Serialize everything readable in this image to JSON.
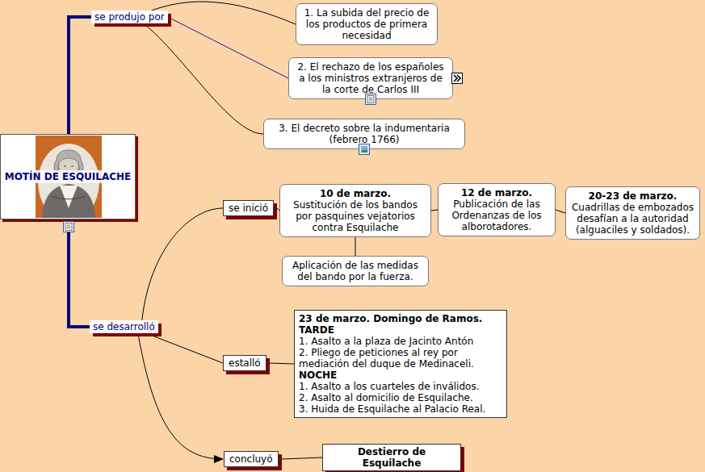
{
  "diagram": {
    "nodes": [
      {
        "text": [
          "MOTÍN DE ESQUILACHE"
        ]
      },
      {
        "text": [
          "se produjo por"
        ]
      },
      {
        "text": [
          "1. La subida del precio de los productos de primera necesidad"
        ]
      },
      {
        "text": [
          "2. El rechazo de los españoles a los ministros extranjeros de la corte de Carlos III"
        ]
      },
      {
        "text": [
          "3. El decreto sobre la indumentaria (febrero 1766)"
        ]
      },
      {
        "text": [
          "se inició"
        ]
      },
      {
        "text": [
          "10 de marzo.",
          "Sustitución de los bandos por pasquines vejatorios contra Esquilache"
        ]
      },
      {
        "text": [
          "Aplicación de las medidas del bando por la fuerza."
        ]
      },
      {
        "text": [
          "12 de marzo.",
          "Publicación de las Ordenanzas de los alborotadores."
        ]
      },
      {
        "text": [
          "20-23 de marzo.",
          "Cuadrillas de embozados desafían a la autoridad (alguaciles y soldados)."
        ]
      },
      {
        "text": [
          "se desarrolló"
        ]
      },
      {
        "text": [
          "estalló"
        ]
      },
      {
        "text": [
          "23 de marzo. Domingo de Ramos.",
          "TARDE",
          "1. Asalto a la plaza de Jacinto Antón",
          "2. Pliego de peticiones al rey por mediación del duque de Medinaceli.",
          "NOCHE",
          "1. Asalto a los cuarteles de inválidos.",
          "2. Asalto al domicilio de Esquilache.",
          "3. Huida de Esquilache al Palacio Real."
        ]
      },
      {
        "text": [
          "concluyó"
        ]
      },
      {
        "text": [
          "Destierro de Esquilache"
        ]
      }
    ],
    "edges": [
      {
        "from": 0,
        "to": 1,
        "arrow": "none"
      },
      {
        "from": 0,
        "to": 10,
        "arrow": "none"
      },
      {
        "from": 1,
        "to": 2,
        "arrow": "none"
      },
      {
        "from": 1,
        "to": 3,
        "arrow": "none"
      },
      {
        "from": 1,
        "to": 4,
        "arrow": "none"
      },
      {
        "from": 10,
        "to": 5,
        "arrow": "none"
      },
      {
        "from": 10,
        "to": 11,
        "arrow": "none"
      },
      {
        "from": 10,
        "to": 13,
        "arrow": "to"
      },
      {
        "from": 5,
        "to": 6,
        "arrow": "none"
      },
      {
        "from": 6,
        "to": 8,
        "arrow": "none"
      },
      {
        "from": 8,
        "to": 9,
        "arrow": "none"
      },
      {
        "from": 6,
        "to": 7,
        "arrow": "none"
      },
      {
        "from": 11,
        "to": 12,
        "arrow": "none"
      },
      {
        "from": 13,
        "to": 14,
        "arrow": "none"
      }
    ]
  }
}
